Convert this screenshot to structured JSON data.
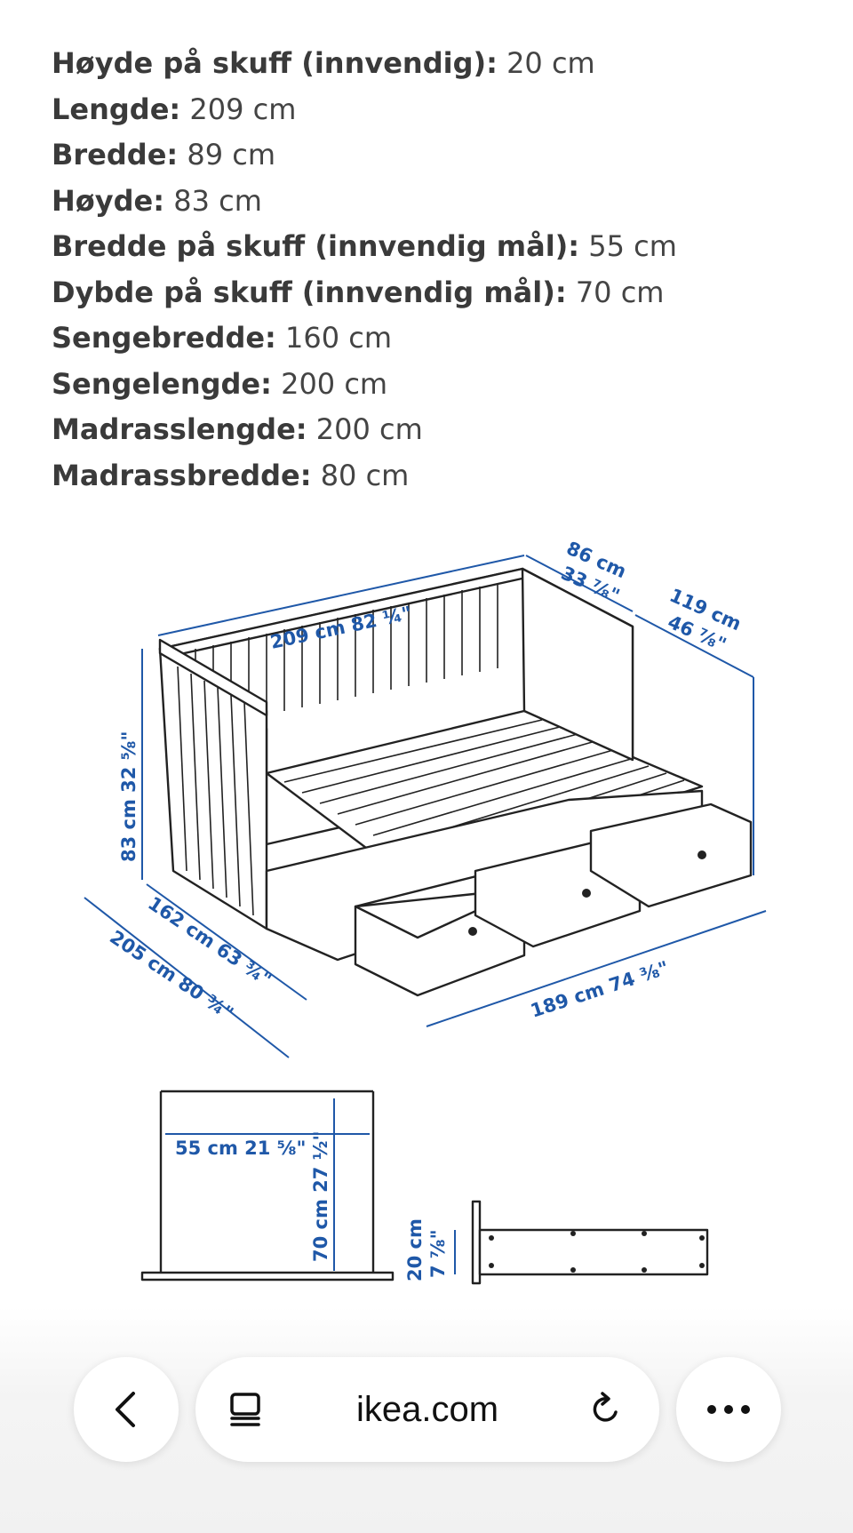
{
  "specs": [
    {
      "label": "Høyde på skuff (innvendig):",
      "value": "20 cm"
    },
    {
      "label": "Lengde:",
      "value": "209 cm"
    },
    {
      "label": "Bredde:",
      "value": "89 cm"
    },
    {
      "label": "Høyde:",
      "value": "83 cm"
    },
    {
      "label": "Bredde på skuff (innvendig mål):",
      "value": "55 cm"
    },
    {
      "label": "Dybde på skuff (innvendig mål):",
      "value": "70 cm"
    },
    {
      "label": "Sengebredde:",
      "value": "160 cm"
    },
    {
      "label": "Sengelengde:",
      "value": "200 cm"
    },
    {
      "label": "Madrasslengde:",
      "value": "200 cm"
    },
    {
      "label": "Madrassbredde:",
      "value": "80 cm"
    }
  ],
  "drawing": {
    "length": "209 cm 82 ¼\"",
    "depth": "86 cm",
    "depth_in": "33 ⅞\"",
    "extended_depth": "119 cm",
    "extended_depth_in": "46 ⅞\"",
    "height": "83 cm 32 ⅝\"",
    "bed_width": "162 cm 63 ¾\"",
    "extended_width": "205 cm 80 ¾\"",
    "drawer_span": "189 cm 74 ⅜\"",
    "drawer_width": "55 cm 21 ⅝\"",
    "drawer_depth": "70 cm 27 ½\"",
    "drawer_height": "20 cm",
    "drawer_height_in": "7 ⅞\""
  },
  "browser_bar": {
    "url": "ikea.com",
    "icons": {
      "back": "chevron-left-icon",
      "tabs": "tab-switcher-icon",
      "reload": "reload-icon",
      "more": "more-dots-icon"
    }
  }
}
